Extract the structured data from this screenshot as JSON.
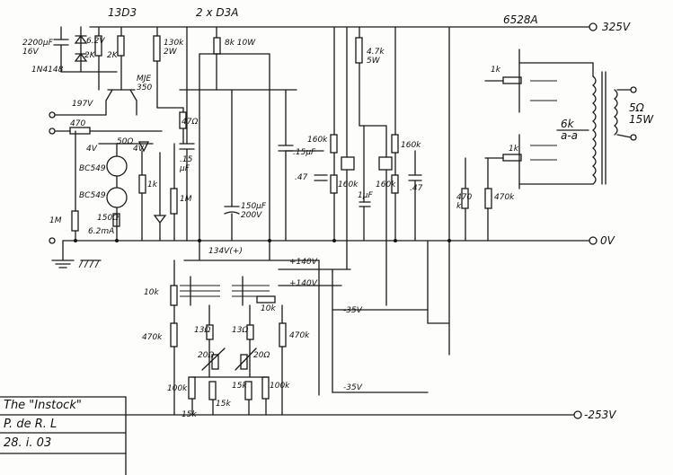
{
  "header": {
    "tube_a": "13D3",
    "tube_b": "2 x D3A",
    "output_tube": "6528A"
  },
  "rails": {
    "hv": "325V",
    "zero": "0V",
    "neg": "-253V"
  },
  "labels": {
    "cap_input": "2200μF\n16V",
    "zener_6v2": "6.2V",
    "diode": "1N4148",
    "r_2k_a": "2K",
    "r_2k_b": "2K",
    "r_130k": "130k\n2W",
    "r_8k": "8k 10W",
    "mje": "MJE\n350",
    "v197": "197V",
    "r_470": "470",
    "r_47": "47Ω",
    "v4a": "4V",
    "v4b": "4V",
    "pot_50": "50Ω",
    "bc549a": "BC549",
    "bc549b": "BC549",
    "r_1k_a": "1k",
    "r_150": "150Ω",
    "v62ma": "6.2mA",
    "r_1m_a": "1M",
    "r_1m_b": "1M",
    "cap_15": ".15\nμF",
    "cap_150": "150μF\n200V",
    "cap_015": ".15μF",
    "r_160k_a": "160k",
    "r_160k_b": "160k",
    "r_160k_c": "160k",
    "r_160k_d": "160k",
    "cap_47a": ".47",
    "cap_47b": ".47",
    "cap_1": "1μF",
    "r_47k": "4.7k\n5W",
    "r_1k_b": "1k",
    "r_1k_c": "1k",
    "r_470k_a": "470\nk",
    "r_470k_b": "470k",
    "xfmr_6k": "6k\na-a",
    "xfmr_5": "5Ω\n15W",
    "v134": "134V(+)",
    "v140a": "+140V",
    "v140b": "+140V",
    "v35a": "-35V",
    "v35b": "-35V",
    "r_10k_a": "10k",
    "r_10k_b": "10k",
    "r_470k_c": "470k",
    "r_470k_d": "470k",
    "r_13_a": "13Ω",
    "r_13_b": "13Ω",
    "pot_20a": "20Ω",
    "pot_20b": "20Ω",
    "r_100k_a": "100k",
    "r_100k_b": "100k",
    "r_15k_a": "15k",
    "r_15k_b": "15k",
    "r_15k_c": "15k"
  },
  "title_block": {
    "name": "The \"Instock\"",
    "author": "P. de R. L",
    "date": "28. i. 03"
  }
}
